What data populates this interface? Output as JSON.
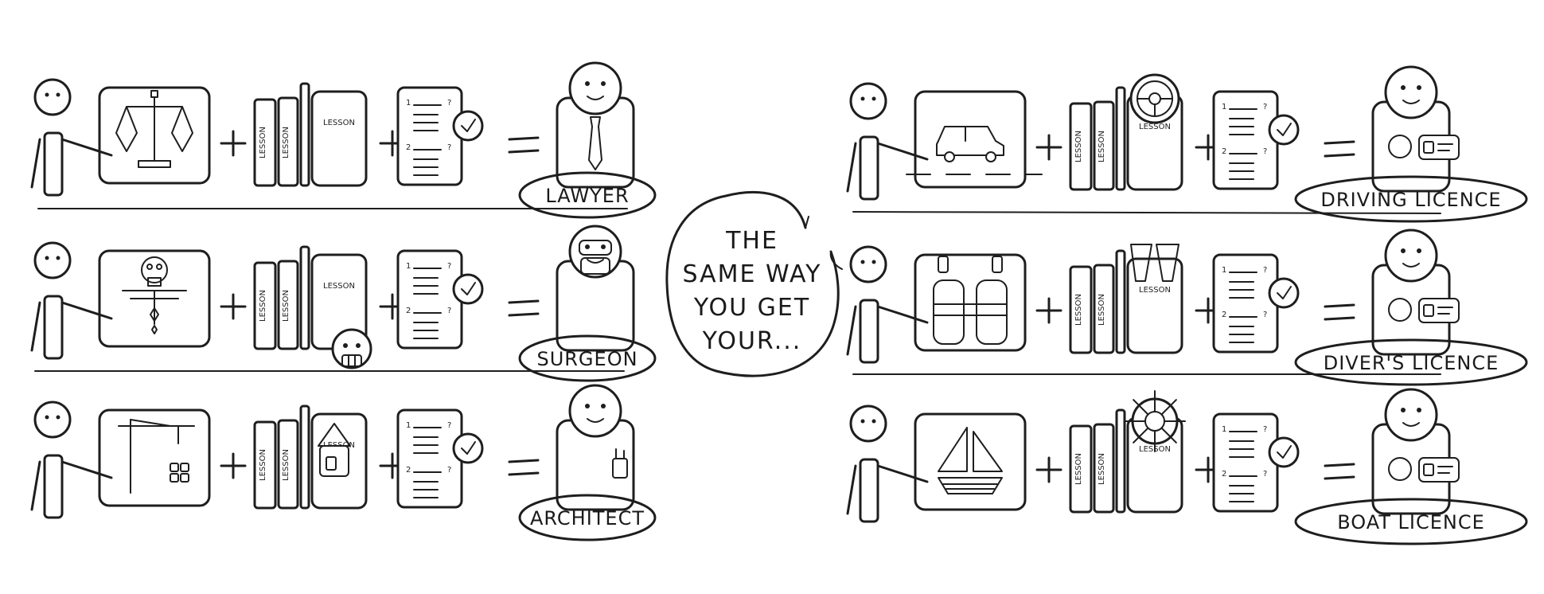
{
  "bubble": {
    "lines": [
      "THE",
      "SAME WAY",
      "YOU GET",
      "YOUR..."
    ]
  },
  "book_label": "LESSON",
  "checklist_numbers": [
    "1",
    "2"
  ],
  "checklist_mark": "?",
  "rows": [
    {
      "id": "lawyer",
      "side": "left",
      "result": "LAWYER",
      "scene_icon": "scales-of-justice-icon",
      "book_icon": "none",
      "result_icon": "tie-icon"
    },
    {
      "id": "surgeon",
      "side": "left",
      "result": "SURGEON",
      "scene_icon": "xray-skeleton-icon",
      "book_icon": "skull-icon",
      "result_icon": "surgical-mask-icon"
    },
    {
      "id": "architect",
      "side": "left",
      "result": "ARCHITECT",
      "scene_icon": "crane-building-icon",
      "book_icon": "house-icon",
      "result_icon": "pocket-tool-icon"
    },
    {
      "id": "driving",
      "side": "right",
      "result": "DRIVING LICENCE",
      "scene_icon": "car-road-icon",
      "book_icon": "steering-wheel-icon",
      "result_icon": "steering-wheel-card-icon"
    },
    {
      "id": "diver",
      "side": "right",
      "result": "DIVER'S LICENCE",
      "scene_icon": "scuba-tank-icon",
      "book_icon": "flippers-icon",
      "result_icon": "flippers-card-icon"
    },
    {
      "id": "boat",
      "side": "right",
      "result": "BOAT LICENCE",
      "scene_icon": "sailboat-icon",
      "book_icon": "ship-wheel-icon",
      "result_icon": "ship-wheel-card-icon"
    }
  ]
}
